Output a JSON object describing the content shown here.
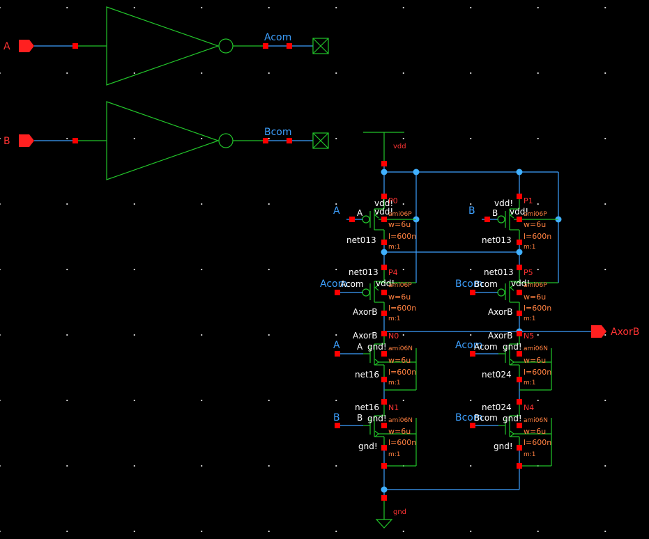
{
  "pins": {
    "in_a": "A",
    "in_b": "B",
    "out": "AxorB"
  },
  "nets": {
    "acom": "Acom",
    "bcom": "Bcom"
  },
  "supplies": {
    "vdd": "vdd",
    "gnd": "gnd"
  },
  "transistors": [
    {
      "inst": "P0",
      "model": "ami06P",
      "bulk": "vdd!",
      "gate_net": "A",
      "gate_lbl": "A",
      "top": "vdd!",
      "bottom": "net013",
      "w": "w=6u",
      "l": "l=600n",
      "m": "m:1"
    },
    {
      "inst": "P1",
      "model": "ami06P",
      "bulk": "vdd!",
      "gate_net": "B",
      "gate_lbl": "B",
      "top": "vdd!",
      "bottom": "net013",
      "w": "w=6u",
      "l": "l=600n",
      "m": "m:1"
    },
    {
      "inst": "P4",
      "model": "ami06P",
      "bulk": "vdd!",
      "gate_net": "Acom",
      "gate_lbl": "Acom",
      "top": "net013",
      "bottom": "AxorB",
      "w": "w=6u",
      "l": "l=600n",
      "m": "m:1"
    },
    {
      "inst": "P5",
      "model": "ami06P",
      "bulk": "vdd!",
      "gate_net": "Bcom",
      "gate_lbl": "Bcom",
      "top": "net013",
      "bottom": "AxorB",
      "w": "w=6u",
      "l": "l=600n",
      "m": "m:1"
    },
    {
      "inst": "N0",
      "model": "ami06N",
      "bulk": "gnd!",
      "gate_net": "A",
      "gate_lbl": "A",
      "top": "AxorB",
      "bottom": "net16",
      "w": "w=6u",
      "l": "l=600n",
      "m": "m:1"
    },
    {
      "inst": "N5",
      "model": "ami06N",
      "bulk": "gnd!",
      "gate_net": "Acom",
      "gate_lbl": "Acom",
      "top": "AxorB",
      "bottom": "net024",
      "w": "w=6u",
      "l": "l=600n",
      "m": "m:1"
    },
    {
      "inst": "N1",
      "model": "ami06N",
      "bulk": "gnd!",
      "gate_net": "B",
      "gate_lbl": "B",
      "top": "net16",
      "bottom": "gnd!",
      "w": "w=6u",
      "l": "l=600n",
      "m": "m:1"
    },
    {
      "inst": "N4",
      "model": "ami06N",
      "bulk": "gnd!",
      "gate_net": "Bcom",
      "gate_lbl": "Bcom",
      "top": "net024",
      "bottom": "gnd!",
      "w": "w=6u",
      "l": "l=600n",
      "m": "m:1"
    }
  ],
  "colors": {
    "wire": "#3da0ff",
    "device": "#22c42a",
    "pin": "#ff2020",
    "terminal": "#ff0000",
    "junction": "#40b0ff",
    "net_label": "#3da0ff",
    "param_text": "#ff8040",
    "grid_dot": "#d8d8d8"
  }
}
